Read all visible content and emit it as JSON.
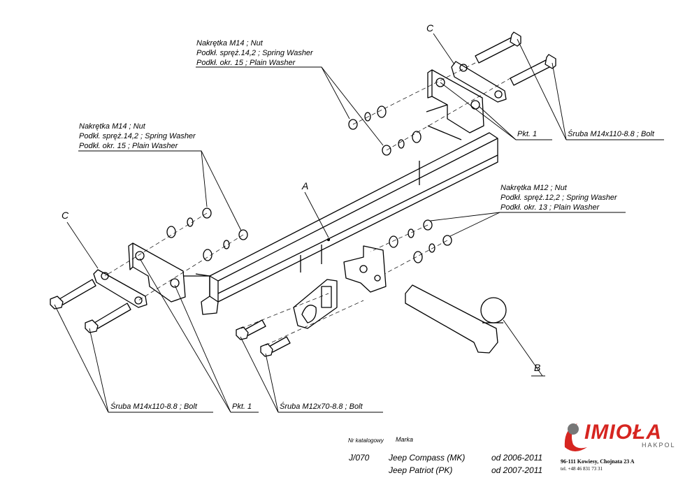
{
  "labels": {
    "nut_group_top": [
      "Nakrętka  M14 ; Nut",
      "Podkł. spręż.14,2 ; Spring Washer",
      "Podkł. okr. 15 ; Plain Washer"
    ],
    "nut_group_left": [
      "Nakrętka  M14 ; Nut",
      "Podkł. spręż.14,2 ; Spring Washer",
      "Podkł. okr. 15 ; Plain Washer"
    ],
    "nut_group_right": [
      "Nakrętka  M12 ; Nut",
      "Podkł. spręż.12,2 ; Spring Washer",
      "Podkł. okr. 13 ; Plain Washer"
    ],
    "bolt_right": "Śruba M14x110-8.8 ;  Bolt",
    "bolt_left": "Śruba M14x110-8.8 ;  Bolt",
    "bolt_bottom": "Śruba M12x70-8.8   ;  Bolt",
    "pkt_right": "Pkt. 1",
    "pkt_left": "Pkt. 1",
    "letter_a": "A",
    "letter_b": "B",
    "letter_c_top": "C",
    "letter_c_left": "C"
  },
  "catalog": {
    "nr_label": "Nr katalogowy",
    "marka_label": "Marka",
    "number": "J/070",
    "models": [
      {
        "name": "Jeep Compass (MK)",
        "years": "od 2006-2011"
      },
      {
        "name": "Jeep Patriot (PK)",
        "years": "od 2007-2011"
      }
    ]
  },
  "brand": {
    "logo": "IMIOŁA",
    "sub": "HAKPOL",
    "address": "96-111 Kowiesy, Chojnata 23 A",
    "phone": "tel. +48 46 831 73 31",
    "color": "#d62520"
  }
}
